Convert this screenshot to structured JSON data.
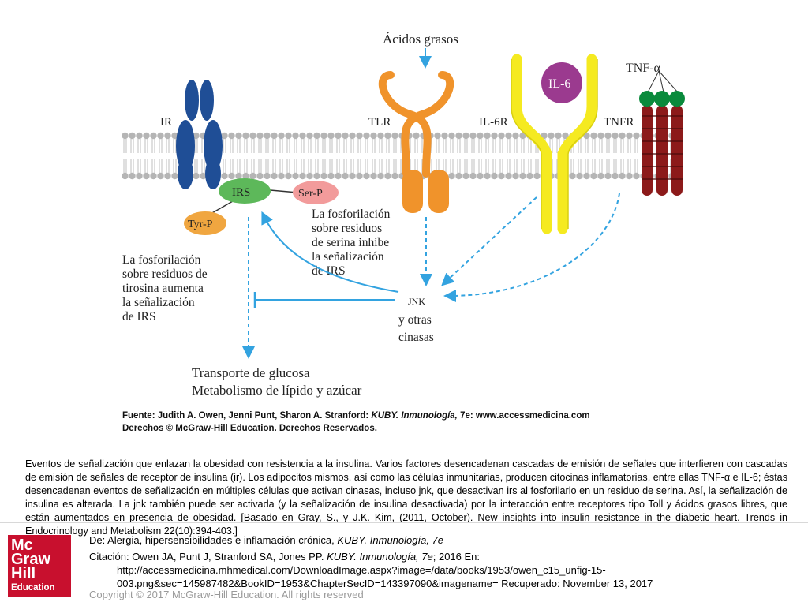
{
  "figure": {
    "top_label": "Ácidos grasos",
    "receptor_labels": {
      "ir": "IR",
      "tlr": "TLR",
      "il6r": "IL-6R",
      "tnfr": "TNFR"
    },
    "molecule_labels": {
      "il6": "IL-6",
      "tnfa": "TNF-α",
      "irs": "IRS",
      "ser_p": "Ser-P",
      "tyr_p": "Tyr-P"
    },
    "serine_text": [
      "La fosforilación",
      "sobre residuos",
      "de serina inhibe",
      "la señalización",
      "de IRS"
    ],
    "tyrosine_text": [
      "La fosforilación",
      "sobre residuos de",
      "tirosina aumenta",
      "la señalización",
      "de IRS"
    ],
    "jnk_text": [
      "JNK",
      "y otras",
      "cinasas"
    ],
    "outcome_text": [
      "Transporte de glucosa",
      "Metabolismo de lípido y azúcar"
    ],
    "source_line1_prefix": "Fuente: Judith A. Owen, Jenni Punt, Sharon A. Stranford: ",
    "source_line1_italic": "KUBY. Inmunología,",
    "source_line1_suffix": " 7e: www.accessmedicina.com",
    "source_line2": "Derechos © McGraw-Hill Education. Derechos Reservados."
  },
  "caption": "Eventos de señalización que enlazan la obesidad con resistencia a la insulina. Varios factores desencadenan cascadas de emisión de señales que interfieren con cascadas de emisión de señales de receptor de insulina (ir). Los adipocitos mismos, así como las células inmunitarias, producen citocinas inflamatorias, entre ellas TNF-α e IL-6; éstas desencadenan eventos de señalización en múltiples células que activan cinasas, incluso jnk, que desactivan irs al fosforilarlo en un residuo de serina. Así, la señalización de insulina es alterada. La jnk también puede ser activada (y la señalización de insulina desactivada) por la interacción entre receptores tipo Toll y ácidos grasos libres, que están aumentados en presencia de obesidad. [Basado en Gray, S., y J.K. Kim, (2011, October). New insights into insulin resistance in the diabetic heart. Trends in Endocrinology and Metabolism 22(10):394-403.]",
  "logo": {
    "line1": "Mc",
    "line2": "Graw",
    "line3": "Hill",
    "line4": "Education"
  },
  "footer": {
    "from_prefix": "De: Alergia, hipersensibilidades e inflamación crónica, ",
    "from_italic": "KUBY. Inmunología, 7e",
    "citation_prefix": "Citación: Owen JA, Punt J, Stranford SA, Jones PP. ",
    "citation_italic": "KUBY. Inmunología, 7e",
    "citation_suffix": "; 2016 En:",
    "citation_url1": "http://accessmedicina.mhmedical.com/DownloadImage.aspx?image=/data/books/1953/owen_c15_unfig-15-",
    "citation_url2": "003.png&sec=145987482&BookID=1953&ChapterSecID=143397090&imagename= Recuperado: November 13, 2017",
    "copyright": "Copyright © 2017 McGraw-Hill Education. All rights reserved"
  },
  "colors": {
    "membrane_head": "#b8b8b8",
    "ir_blue": "#1f4e96",
    "tlr_orange": "#f0932b",
    "il6r_yellow": "#f5ea20",
    "il6_purple": "#9b3a8f",
    "tnfa_green": "#0a8a3c",
    "tnfr_darkred": "#8c1a1a",
    "irs_green": "#5db85a",
    "ser_p_pink": "#f29b9b",
    "tyr_p_orange": "#f0a640",
    "arrow_blue": "#33a3e0",
    "logo_red": "#c8102e"
  }
}
